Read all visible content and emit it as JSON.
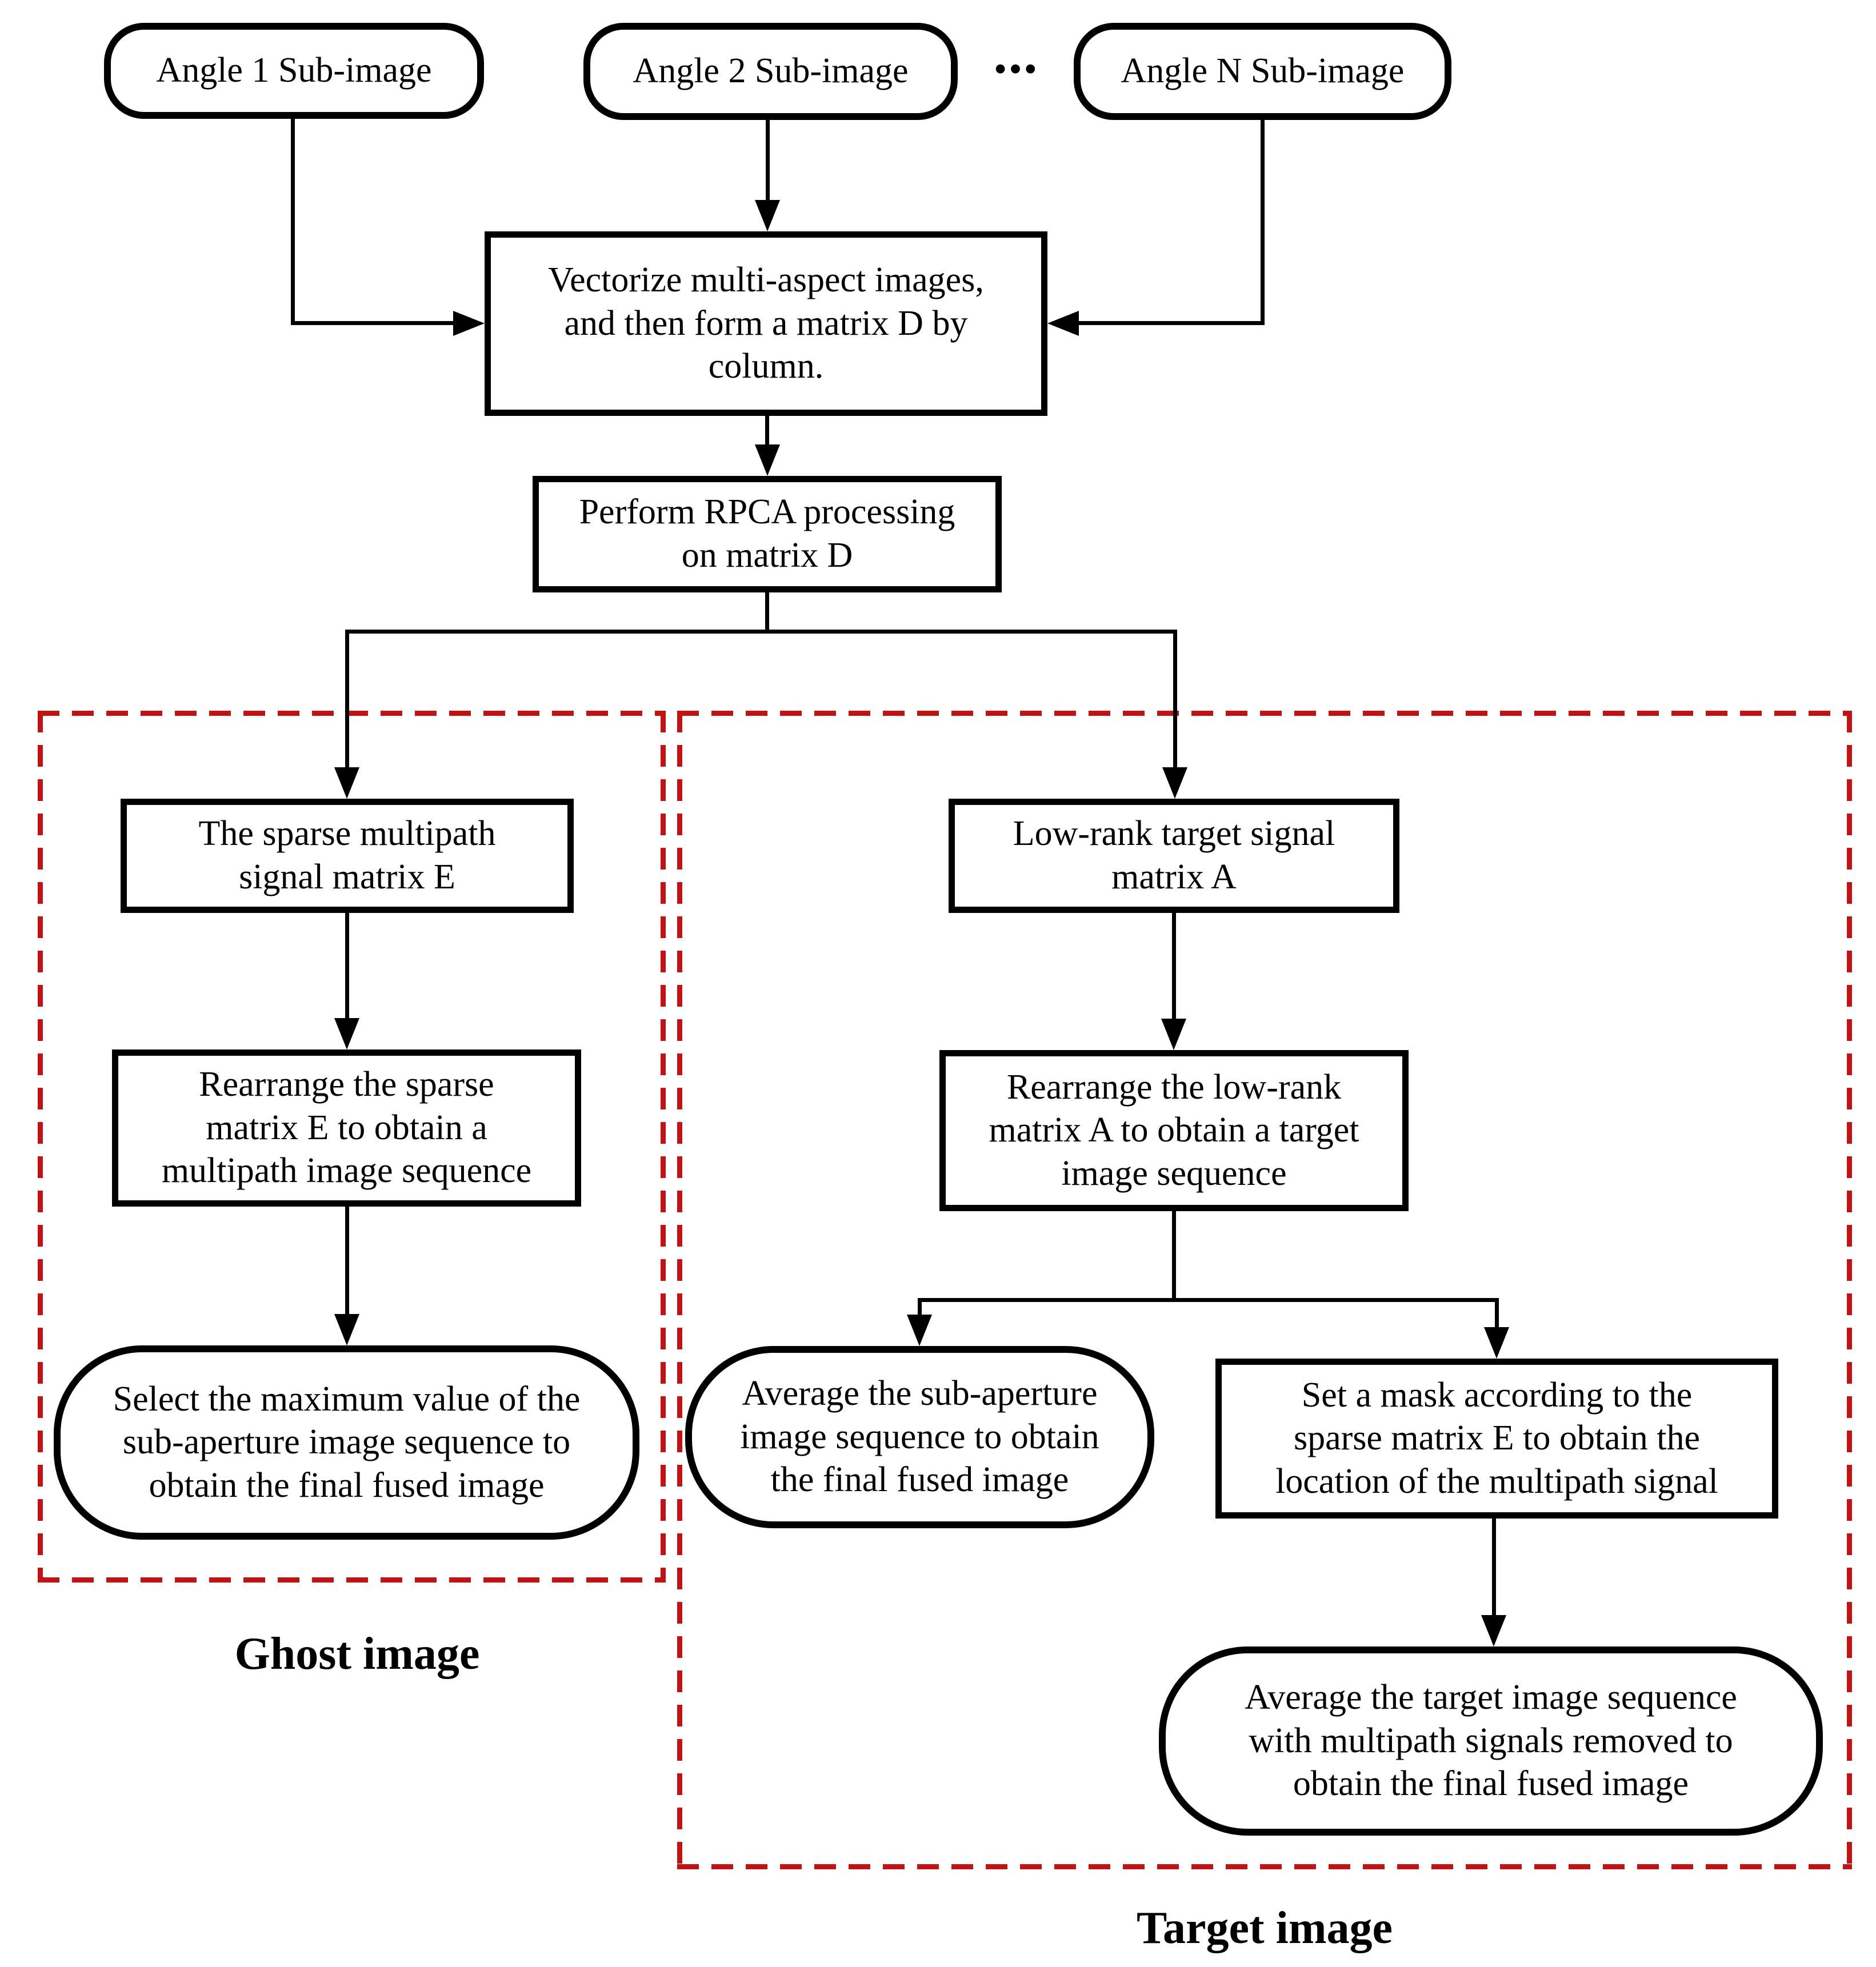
{
  "figure": {
    "type": "flowchart",
    "colors": {
      "line": "#000000",
      "box_border": "#000000",
      "dashed_region": "#c01414",
      "background": "#ffffff"
    },
    "nodes": {
      "angle1": {
        "shape": "stadium",
        "label": "Angle 1 Sub-image"
      },
      "angle2": {
        "shape": "stadium",
        "label": "Angle 2 Sub-image"
      },
      "ellipsis": {
        "label": "•••"
      },
      "angleN": {
        "shape": "stadium",
        "label": "Angle N Sub-image"
      },
      "vectorize": {
        "shape": "rect",
        "label": "Vectorize multi-aspect images,\nand then form a matrix D by\ncolumn."
      },
      "rpca": {
        "shape": "rect",
        "label": "Perform RPCA processing\non matrix D"
      },
      "sparse_e": {
        "shape": "rect",
        "label": "The sparse multipath\nsignal matrix E"
      },
      "lowrank_a": {
        "shape": "rect",
        "label": "Low-rank target signal\nmatrix A"
      },
      "rearrange_e": {
        "shape": "rect",
        "label": "Rearrange the sparse\nmatrix E to obtain a\nmultipath image sequence"
      },
      "rearrange_a": {
        "shape": "rect",
        "label": "Rearrange the low-rank\nmatrix A to obtain a target\nimage sequence"
      },
      "select_max": {
        "shape": "stadium",
        "label": "Select the maximum value of the\nsub-aperture image sequence to\nobtain the final fused image"
      },
      "avg_subaperture": {
        "shape": "stadium",
        "label": "Average the sub-aperture\nimage sequence to obtain\nthe final fused image"
      },
      "set_mask": {
        "shape": "rect",
        "label": "Set a mask according to the\nsparse matrix E to obtain the\nlocation of the multipath signal"
      },
      "avg_target": {
        "shape": "stadium",
        "label": "Average the target image sequence\nwith multipath signals removed to\nobtain the final fused image"
      }
    },
    "group_labels": {
      "ghost": "Ghost image",
      "target": "Target image"
    }
  }
}
